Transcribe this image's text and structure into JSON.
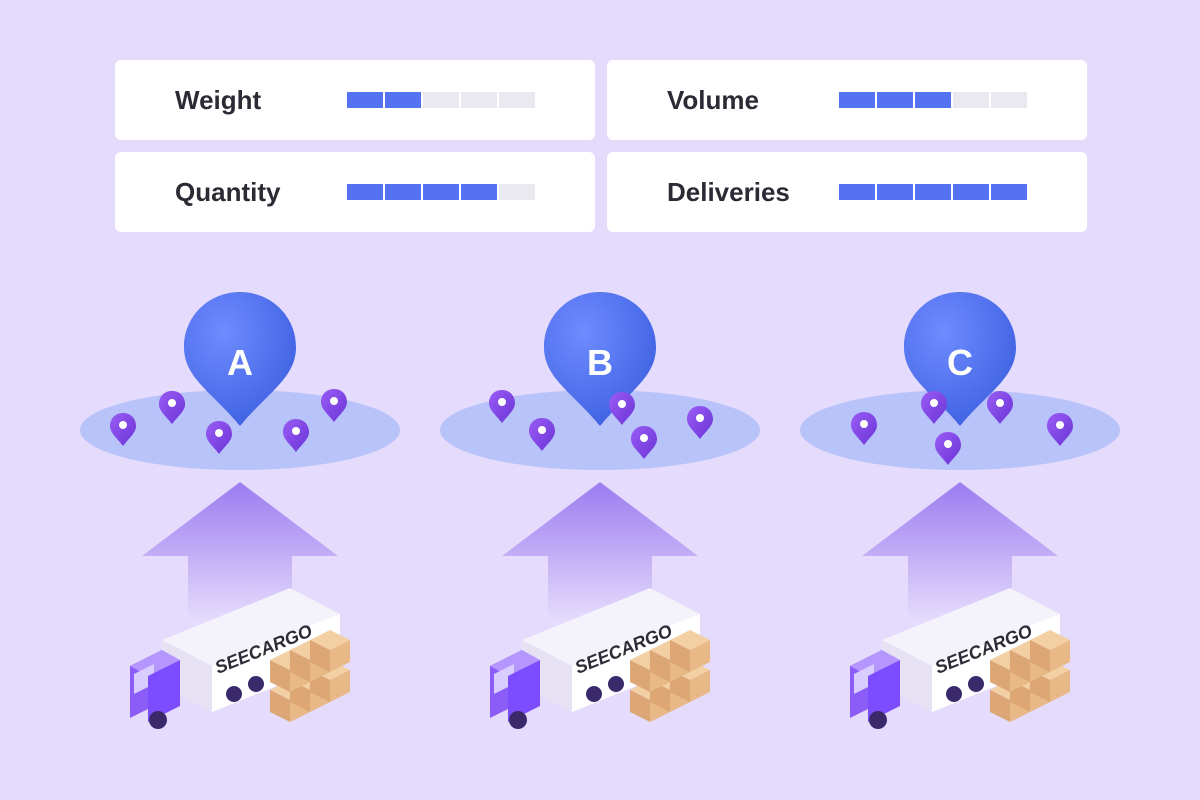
{
  "metrics": [
    {
      "label": "Weight",
      "level": 2,
      "max": 5
    },
    {
      "label": "Volume",
      "level": 3,
      "max": 5
    },
    {
      "label": "Quantity",
      "level": 4,
      "max": 5
    },
    {
      "label": "Deliveries",
      "level": 5,
      "max": 5
    }
  ],
  "zones": [
    {
      "letter": "A",
      "brand": "SEECARGO"
    },
    {
      "letter": "B",
      "brand": "SEECARGO"
    },
    {
      "letter": "C",
      "brand": "SEECARGO"
    }
  ],
  "colors": {
    "background": "#e5dbfc",
    "bar_on": "#5472f2",
    "bar_off": "#e9e9ef",
    "zone_ellipse": "#b7c3f9",
    "pin_main": "#4f6ff0",
    "pin_small": "#7a3fe0",
    "truck_accent": "#7c4dff",
    "box": "#e8b887"
  },
  "icons": [
    "location-pin-icon",
    "truck-icon",
    "cardboard-box-icon",
    "up-arrow-icon"
  ]
}
